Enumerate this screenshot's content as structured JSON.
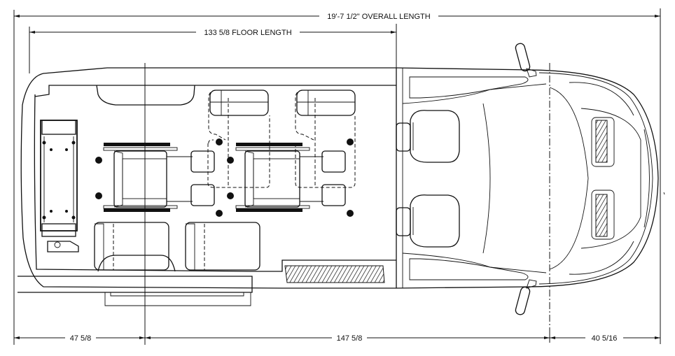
{
  "drawing": {
    "type": "vehicle floor plan (top view)",
    "dimensions": {
      "overall_length": "19'-7 1/2\" OVERALL LENGTH",
      "floor_length": "133 5/8 FLOOR LENGTH",
      "rear_to_axle": "47 5/8",
      "wheelbase": "147 5/8",
      "front_overhang": "40 5/16"
    },
    "components": [
      "rear-lift-platform",
      "wheelchair-position-1",
      "wheelchair-position-2",
      "fold-away-seat-1",
      "fold-away-seat-2",
      "rear-bench-seat-1",
      "rear-bench-seat-2",
      "driver-seat",
      "passenger-seat",
      "side-step",
      "side-mirror-left",
      "side-mirror-right"
    ],
    "colors": {
      "line": "#111111",
      "background": "#ffffff"
    }
  }
}
